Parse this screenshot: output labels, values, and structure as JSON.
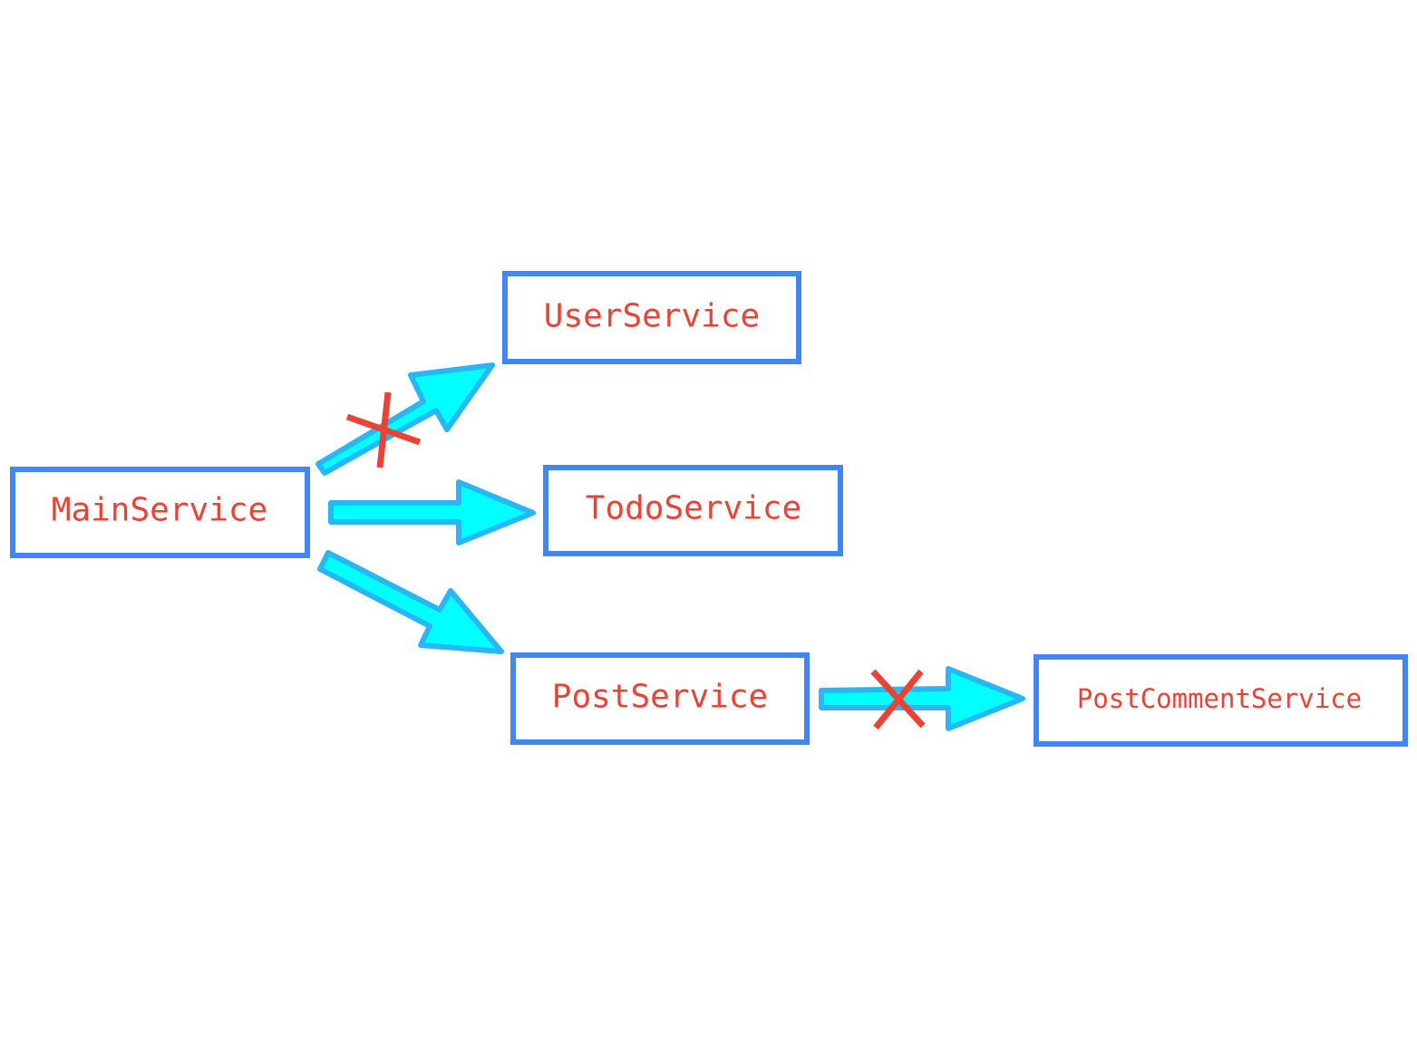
{
  "colors": {
    "box_border": "#4285f4",
    "label_text": "#ea4335",
    "arrow_fill": "#00ffff",
    "arrow_outline": "#29b6f6",
    "blocked_mark": "#ea4335"
  },
  "nodes": {
    "main_service": "MainService",
    "user_service": "UserService",
    "todo_service": "TodoService",
    "post_service": "PostService",
    "post_comment_service": "PostCommentService"
  },
  "edges": [
    {
      "from": "MainService",
      "to": "UserService",
      "blocked": true
    },
    {
      "from": "MainService",
      "to": "TodoService",
      "blocked": false
    },
    {
      "from": "MainService",
      "to": "PostService",
      "blocked": false
    },
    {
      "from": "PostService",
      "to": "PostCommentService",
      "blocked": true
    }
  ]
}
